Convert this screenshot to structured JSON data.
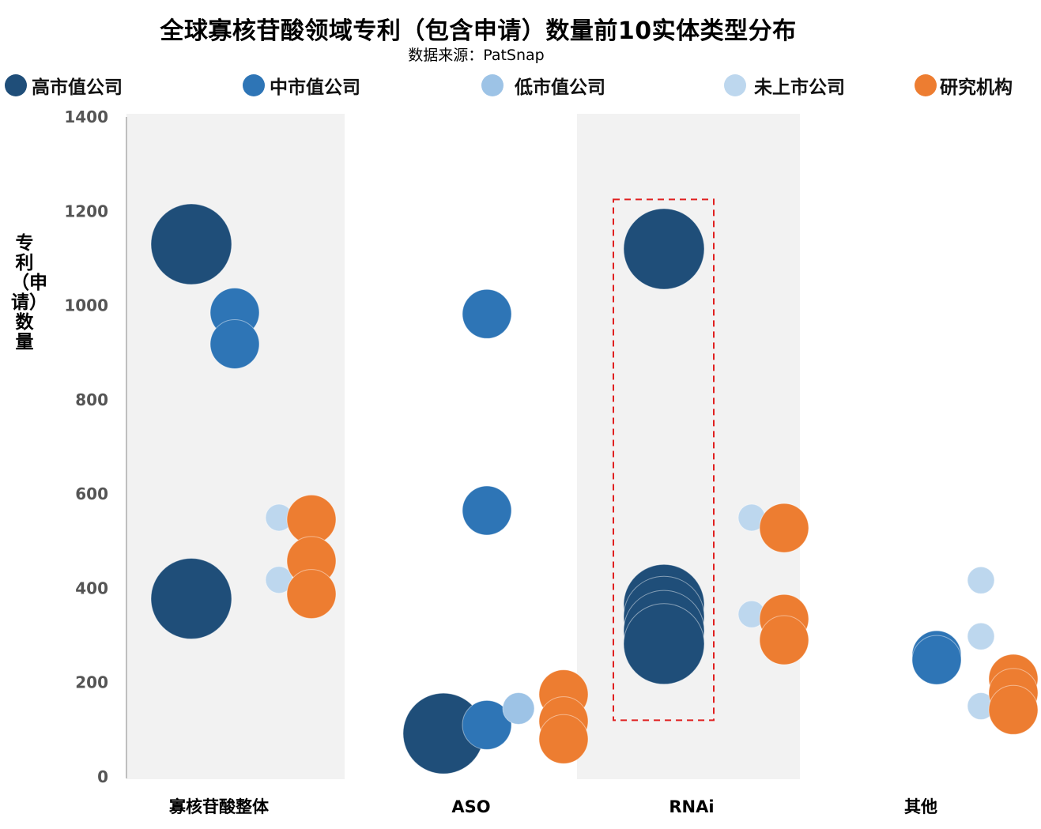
{
  "chart_data": {
    "type": "scatter",
    "title": "全球寡核苷酸领域专利（包含申请）数量前10实体类型分布",
    "subtitle": "数据来源：PatSnap",
    "ylabel": "专利（申请）数量",
    "ylim": [
      0,
      1400
    ],
    "yticks": [
      0,
      200,
      400,
      600,
      800,
      1000,
      1200,
      1400
    ],
    "categories": [
      "寡核苷酸整体",
      "ASO",
      "RNAi",
      "其他"
    ],
    "shaded_categories": [
      "寡核苷酸整体",
      "RNAi"
    ],
    "highlight_box": {
      "category": "RNAi",
      "series": "高市值公司",
      "y_range": [
        120,
        1225
      ]
    },
    "series": [
      {
        "name": "高市值公司",
        "color": "#1f4e79",
        "points": [
          {
            "category": "寡核苷酸整体",
            "y": 1130
          },
          {
            "category": "寡核苷酸整体",
            "y": 378
          },
          {
            "category": "ASO",
            "y": 92
          },
          {
            "category": "RNAi",
            "y": 1120
          },
          {
            "category": "RNAi",
            "y": 365
          },
          {
            "category": "RNAi",
            "y": 340
          },
          {
            "category": "RNAi",
            "y": 310
          },
          {
            "category": "RNAi",
            "y": 282
          }
        ]
      },
      {
        "name": "中市值公司",
        "color": "#2e75b6",
        "points": [
          {
            "category": "寡核苷酸整体",
            "y": 985
          },
          {
            "category": "寡核苷酸整体",
            "y": 918
          },
          {
            "category": "ASO",
            "y": 982
          },
          {
            "category": "ASO",
            "y": 565
          },
          {
            "category": "ASO",
            "y": 110
          },
          {
            "category": "其他",
            "y": 258
          },
          {
            "category": "其他",
            "y": 248
          }
        ]
      },
      {
        "name": "低市值公司",
        "color": "#9dc3e6",
        "points": [
          {
            "category": "ASO",
            "y": 145
          }
        ]
      },
      {
        "name": "未上市公司",
        "color": "#bdd7ee",
        "points": [
          {
            "category": "寡核苷酸整体",
            "y": 550
          },
          {
            "category": "寡核苷酸整体",
            "y": 418
          },
          {
            "category": "RNAi",
            "y": 550
          },
          {
            "category": "RNAi",
            "y": 345
          },
          {
            "category": "其他",
            "y": 417
          },
          {
            "category": "其他",
            "y": 298
          },
          {
            "category": "其他",
            "y": 150
          }
        ]
      },
      {
        "name": "研究机构",
        "color": "#ed7d31",
        "points": [
          {
            "category": "寡核苷酸整体",
            "y": 546
          },
          {
            "category": "寡核苷酸整体",
            "y": 458
          },
          {
            "category": "寡核苷酸整体",
            "y": 388
          },
          {
            "category": "ASO",
            "y": 175
          },
          {
            "category": "ASO",
            "y": 118
          },
          {
            "category": "ASO",
            "y": 80
          },
          {
            "category": "RNAi",
            "y": 528
          },
          {
            "category": "RNAi",
            "y": 335
          },
          {
            "category": "RNAi",
            "y": 290
          },
          {
            "category": "其他",
            "y": 208
          },
          {
            "category": "其他",
            "y": 178
          },
          {
            "category": "其他",
            "y": 142
          }
        ]
      }
    ]
  }
}
